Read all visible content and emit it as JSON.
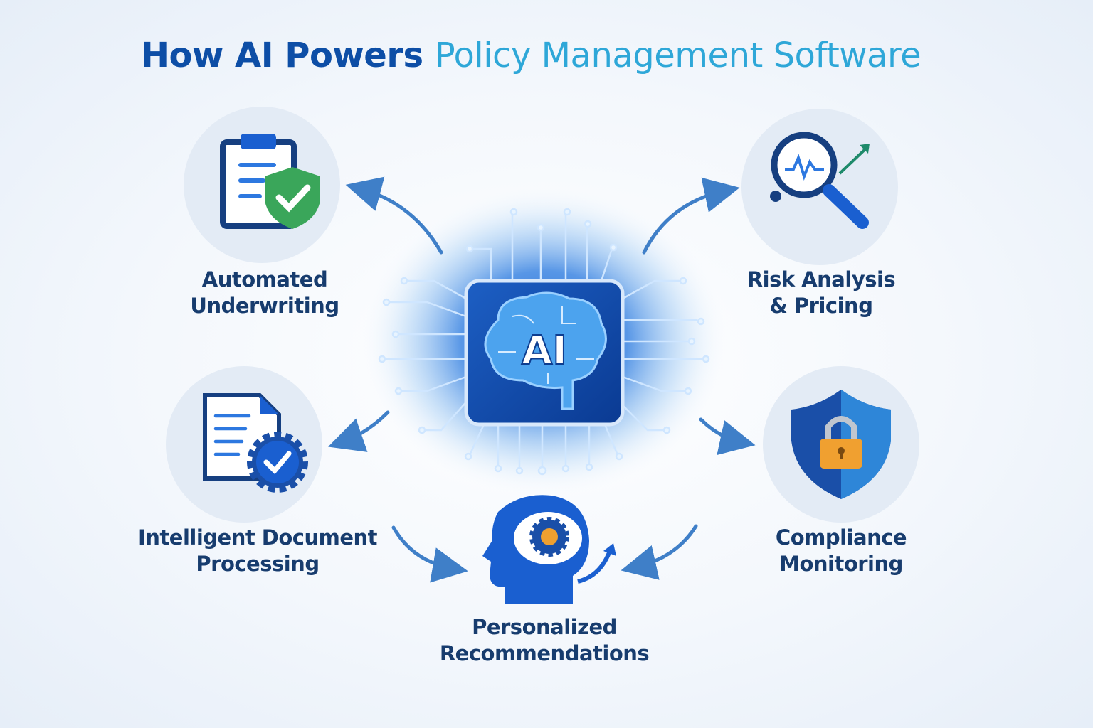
{
  "title": {
    "part1": "How AI Powers",
    "part2": "Policy Management Software"
  },
  "center": {
    "label": "AI"
  },
  "features": [
    {
      "line1": "Automated",
      "line2": "Underwriting",
      "icon": "clipboard-shield-icon"
    },
    {
      "line1": "Risk Analysis",
      "line2": "& Pricing",
      "icon": "magnifier-chart-icon"
    },
    {
      "line1": "Intelligent Document",
      "line2": "Processing",
      "icon": "document-gear-icon"
    },
    {
      "line1": "Compliance",
      "line2": "Monitoring",
      "icon": "shield-lock-icon"
    },
    {
      "line1": "Personalized",
      "line2": "Recommendations",
      "icon": "head-gear-icon"
    }
  ],
  "colors": {
    "dark_blue": "#0d4ea6",
    "light_blue": "#2ea7d8",
    "green": "#3aa65a",
    "orange": "#f0a030"
  }
}
